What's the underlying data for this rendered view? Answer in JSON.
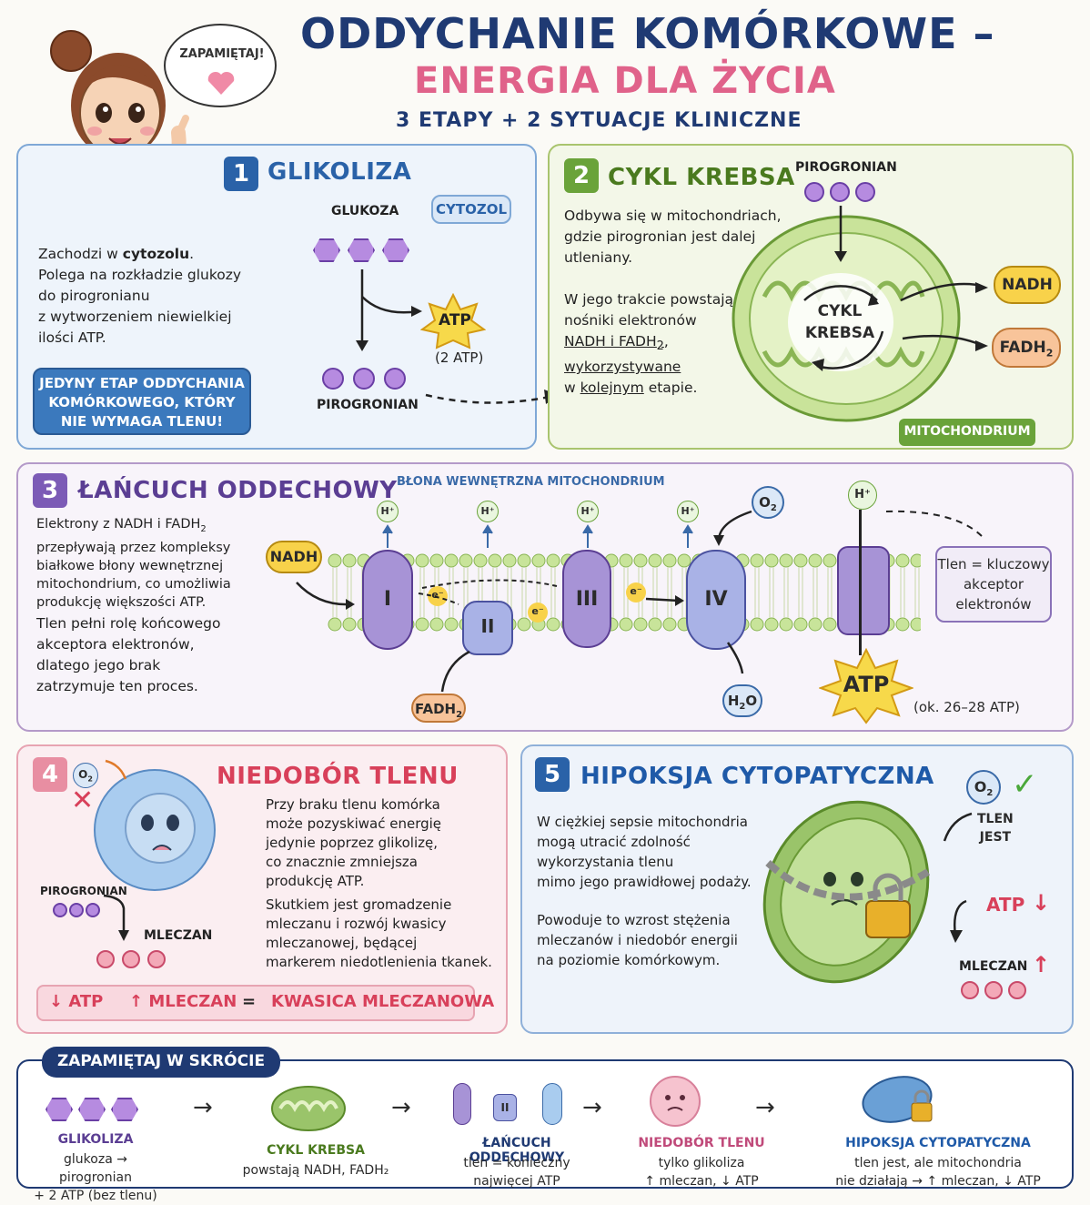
{
  "header": {
    "title_line1": "ODDYCHANIE KOMÓRKOWE –",
    "title_line2": "ENERGIA DLA ŻYCIA",
    "subtitle": "3 ETAPY + 2 SYTUACJE KLINICZNE",
    "bubble": "ZAPAMIĘTAJ!"
  },
  "glikoliza": {
    "num": "1",
    "title": "GLIKOLIZA",
    "location_badge": "CYTOZOL",
    "glukoza": "GLUKOZA",
    "atp": "ATP",
    "atp_note": "(2 ATP)",
    "pirogronian": "PIROGRONIAN",
    "text_a": "Zachodzi w ",
    "text_b": "cytozolu",
    "text_c": ".\nPolega na rozkładzie glukozy\ndo pirogronianu\nz wytworzeniem niewielkiej\nilości ATP.",
    "callout": "JEDYNY ETAP ODDYCHANIA\nKOMÓRKOWEGO, KTÓRY\nNIE WYMAGA TLENU!"
  },
  "krebs": {
    "num": "2",
    "title": "CYKL KREBSA",
    "pirogronian": "PIROGRONIAN",
    "text1": "Odbywa się w mitochondriach,\ngdzie pirogronian jest dalej\nutleniany.",
    "text2_a": "W jego trakcie powstają\nnośniki elektronów\n",
    "text2_b": "NADH i FADH",
    "text2_sub": "2",
    "text2_c": ",\n",
    "text2_d": "wykorzystywane",
    "text2_e": "\nw ",
    "text2_f": "kolejnym",
    "text2_g": " etapie.",
    "cycle_label": "CYKL\nKREBSA",
    "nadh": "NADH",
    "fadh": "FADH",
    "fadh_sub": "2",
    "mito_label": "MITOCHONDRIUM"
  },
  "lancuch": {
    "num": "3",
    "title": "ŁAŃCUCH ODDECHOWY",
    "membrane_label": "BŁONA WEWNĘTRZNA MITOCHONDRIUM",
    "text1_a": "Elektrony z NADH i FADH",
    "text1_sub": "2",
    "text1_b": "\nprzepływają przez kompleksy\nbiałkowe błony wewnętrznej\nmitochondrium, co umożliwia\nprodukcję większości ATP.",
    "text2": "Tlen pełni rolę końcowego\nakceptora elektronów,\ndlatego jego brak\nzatrzymuje ten proces.",
    "complexes": [
      "I",
      "II",
      "III",
      "IV"
    ],
    "electron": "e⁻",
    "hplus": "H⁺",
    "nadh": "NADH",
    "fadh": "FADH",
    "fadh_sub": "2",
    "o2": "O",
    "o2_sub": "2",
    "h2o_a": "H",
    "h2o_sub": "2",
    "h2o_b": "O",
    "atp": "ATP",
    "atp_note": "(ok. 26–28 ATP)",
    "oxygen_box": "Tlen = kluczowy\nakceptor\nelektronów"
  },
  "niedobor": {
    "num": "4",
    "title": "NIEDOBÓR TLENU",
    "o2": "O",
    "o2_sub": "2",
    "pirogronian": "PIROGRONIAN",
    "mleczan": "MLECZAN",
    "text1": "Przy braku tlenu komórka\nmoże pozyskiwać energię\njedynie poprzez glikolizę,\nco znacznie zmniejsza\nprodukcję ATP.",
    "text2": "Skutkiem jest gromadzenie\nmleczanu i rozwój kwasicy\nmleczanowej, będącej\nmarkerem niedotlenienia tkanek.",
    "eq_atp": "↓ ATP",
    "eq_mleczan": "↑ MLECZAN",
    "eq_sign": "=",
    "eq_result": "KWASICA MLECZANOWA"
  },
  "hipoksja": {
    "num": "5",
    "title": "HIPOKSJA CYTOPATYCZNA",
    "text1": "W ciężkiej sepsie mitochondria\nmogą utracić zdolność\nwykorzystania tlenu\nmimo jego prawidłowej podaży.",
    "text2": "Powoduje to wzrost stężenia\nmleczanów i niedobór energii\nna poziomie komórkowym.",
    "o2": "O",
    "o2_sub": "2",
    "tlen_jest": "TLEN\nJEST",
    "atp": "ATP",
    "down": "↓",
    "mleczan": "MLECZAN",
    "up": "↑"
  },
  "summary": {
    "label": "ZAPAMIĘTAJ W SKRÓCIE",
    "arrow": "→",
    "items": [
      {
        "title": "GLIKOLIZA",
        "desc": "glukoza → pirogronian\n+ 2 ATP (bez tlenu)"
      },
      {
        "title": "CYKL KREBSA",
        "desc": "powstają NADH, FADH₂"
      },
      {
        "title": "ŁAŃCUCH ODDECHOWY",
        "desc": "tlen = konieczny\nnajwięcej ATP"
      },
      {
        "title": "NIEDOBÓR TLENU",
        "desc": "tylko glikoliza\n↑ mleczan, ↓ ATP"
      },
      {
        "title": "HIPOKSJA CYTOPATYCZNA",
        "desc": "tlen jest, ale mitochondria\nnie działają → ↑ mleczan, ↓ ATP"
      }
    ],
    "mini_complex": "II"
  },
  "colors": {
    "navy": "#1f3a73",
    "pink": "#e0628a",
    "green": "#4a7a1e",
    "purple": "#5b3e93",
    "blue": "#2a62a8",
    "red": "#d8405a"
  }
}
